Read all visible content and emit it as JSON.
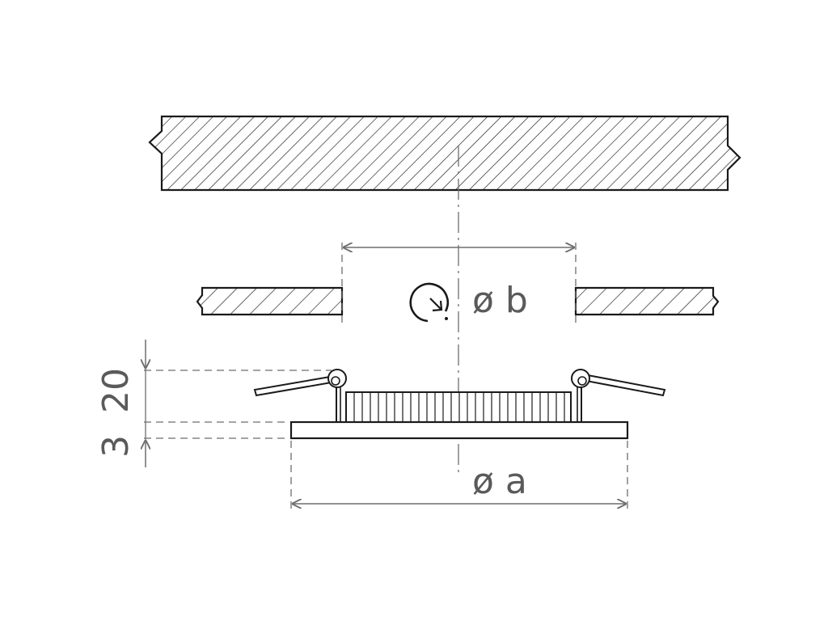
{
  "labels": {
    "hole_diameter": "ø b",
    "panel_diameter": "ø a",
    "height_body": "20",
    "height_flange": "3"
  },
  "colors": {
    "outline": "#1a1a1a",
    "dimension": "#6e6e6e",
    "text": "#5a5a5a"
  },
  "icons": {
    "rotation": "rotate-clockwise-icon"
  }
}
